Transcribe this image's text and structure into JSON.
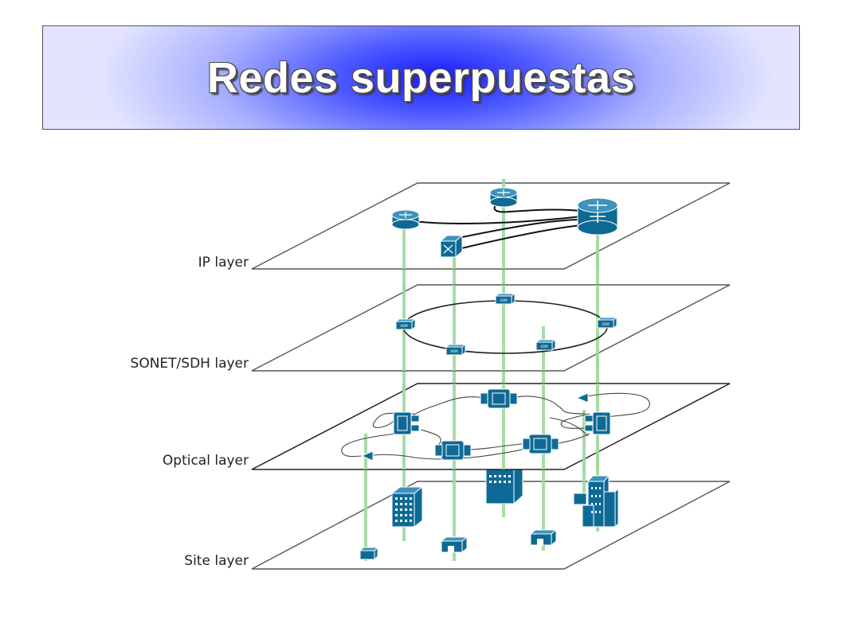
{
  "slide": {
    "title": "Redes superpuestas"
  },
  "diagram": {
    "layers": [
      {
        "name": "IP layer"
      },
      {
        "name": "SONET/SDH layer"
      },
      {
        "name": "Optical layer"
      },
      {
        "name": "Site layer"
      }
    ],
    "device_labels": {
      "adm": "ADM"
    },
    "colors": {
      "device": "#0e6a94",
      "connector_line": "#9fd89f",
      "title_center": "#1a1aff"
    }
  }
}
